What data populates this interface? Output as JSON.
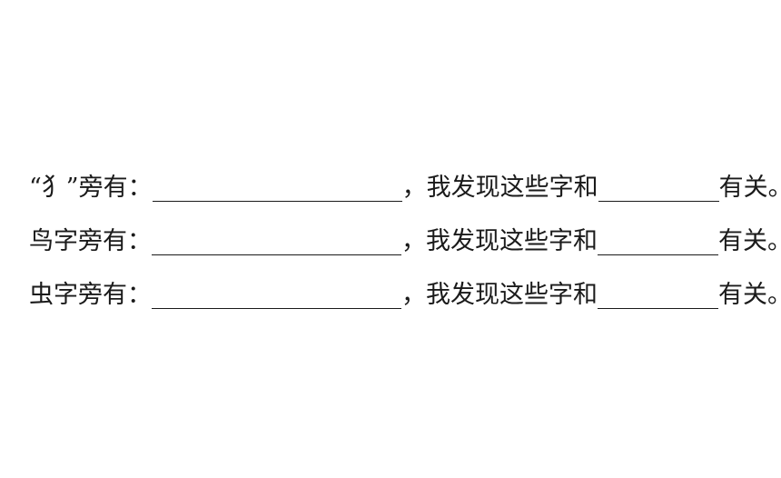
{
  "rows": [
    {
      "label": "“犭”旁有：",
      "middle": "，我发现这些字和",
      "end": "有关。"
    },
    {
      "label": "鸟字旁有：",
      "middle": "，我发现这些字和",
      "end": "有关。"
    },
    {
      "label": "虫字旁有：",
      "middle": "，我发现这些字和",
      "end": "有关。"
    }
  ]
}
